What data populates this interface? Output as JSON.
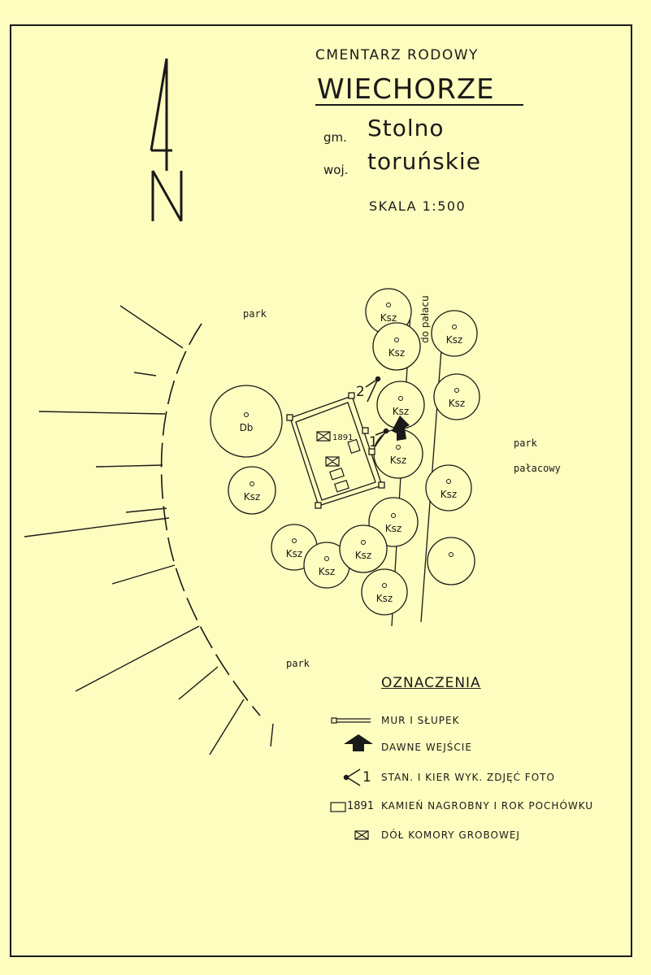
{
  "title": {
    "top": "CMENTARZ RODOWY",
    "place": "WIECHORZE",
    "gm_label": "gm.",
    "gm_value": "Stolno",
    "woj_label": "woj.",
    "woj_value": "toruńskie",
    "scale": "SKALA 1:500"
  },
  "compass": {
    "letter": "N"
  },
  "areas": {
    "park_top": "park",
    "park_right_1": "park",
    "park_right_2": "pałacowy",
    "park_bottom": "park",
    "road": "do pałacu"
  },
  "trees": [
    {
      "label": "Ksz"
    },
    {
      "label": "Ksz"
    },
    {
      "label": "Ksz"
    },
    {
      "label": "Ksz"
    },
    {
      "label": "Ksz"
    },
    {
      "label": "Db"
    },
    {
      "label": "Ksz"
    },
    {
      "label": "Ksz"
    },
    {
      "label": "Ksz"
    },
    {
      "label": "Ksz"
    },
    {
      "label": "Ksz"
    },
    {
      "label": "Ksz"
    },
    {
      "label": "Ksz"
    },
    {
      "label": "Ksz"
    },
    {
      "label": ""
    }
  ],
  "plot": {
    "grave_year": "1891",
    "photo_1": "1",
    "photo_2": "2"
  },
  "legend": {
    "title": "OZNACZENIA",
    "items": [
      {
        "key": "wall",
        "text": "MUR I SŁUPEK"
      },
      {
        "key": "entrance",
        "text": "DAWNE WEJŚCIE"
      },
      {
        "key": "photo",
        "symbol": "1",
        "text": "STAN. I KIER WYK. ZDJĘĆ FOTO"
      },
      {
        "key": "stone",
        "symbol": "1891",
        "text": "KAMIEŃ NAGROBNY I ROK POCHÓWKU"
      },
      {
        "key": "pit",
        "text": "DÓŁ KOMORY GROBOWEJ"
      }
    ]
  },
  "colors": {
    "paper": "#fdfdbf",
    "ink": "#1a1a1a"
  }
}
